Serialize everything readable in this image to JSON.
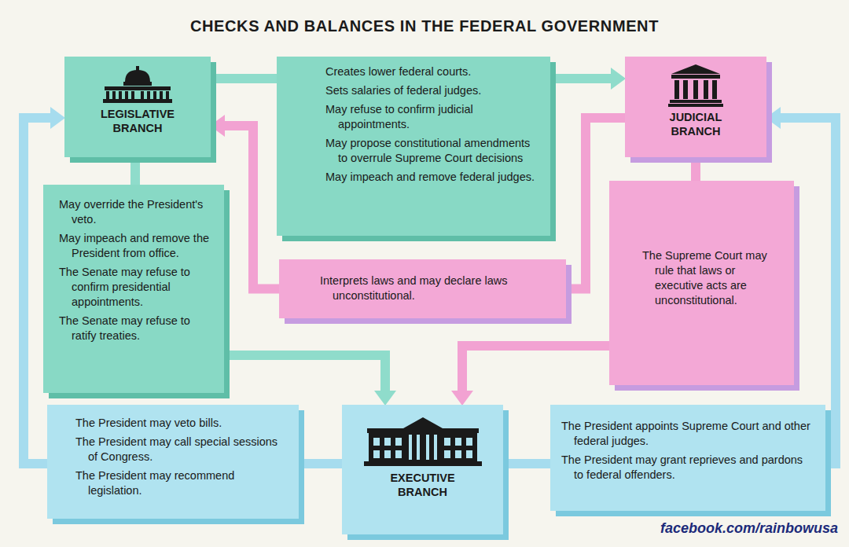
{
  "diagram": {
    "title": "CHECKS AND BALANCES IN THE FEDERAL GOVERNMENT",
    "nodes": [
      {
        "text": [
          "LEGISLATIVE BRANCH"
        ]
      },
      {
        "text": [
          "Creates lower federal courts.",
          "Sets salaries of federal judges.",
          "May refuse to confirm judicial appointments.",
          "May propose constitutional amendments to overrule Supreme Court decisions",
          "May impeach and remove federal judges."
        ]
      },
      {
        "text": [
          "JUDICIAL BRANCH"
        ]
      },
      {
        "text": [
          "May override the President's veto.",
          "May impeach and remove the President from office.",
          "The Senate may refuse to confirm presidential appointments.",
          "The Senate may refuse to ratify treaties."
        ]
      },
      {
        "text": [
          "Interprets laws and may declare laws unconstitutional."
        ]
      },
      {
        "text": [
          "The Supreme Court may rule that laws or executive acts are unconstitutional."
        ]
      },
      {
        "text": [
          "The President may veto bills.",
          "The President may call special sessions of Congress.",
          "The President may recommend legislation."
        ]
      },
      {
        "text": [
          "EXECUTIVE BRANCH"
        ]
      },
      {
        "text": [
          "The President appoints Supreme Court and other federal judges.",
          "The President may grant reprieves and pardons to federal offenders."
        ]
      }
    ],
    "edges": [
      {
        "from": 0,
        "to": 1,
        "arrow": "none"
      },
      {
        "from": 1,
        "to": 2,
        "arrow": "to"
      },
      {
        "from": 2,
        "to": 4,
        "arrow": "none"
      },
      {
        "from": 4,
        "to": 0,
        "arrow": "to"
      },
      {
        "from": 0,
        "to": 3,
        "arrow": "none"
      },
      {
        "from": 3,
        "to": 7,
        "arrow": "to"
      },
      {
        "from": 2,
        "to": 5,
        "arrow": "none"
      },
      {
        "from": 5,
        "to": 7,
        "arrow": "to"
      },
      {
        "from": 7,
        "to": 6,
        "arrow": "none"
      },
      {
        "from": 6,
        "to": 0,
        "arrow": "to"
      },
      {
        "from": 7,
        "to": 8,
        "arrow": "none"
      },
      {
        "from": 8,
        "to": 2,
        "arrow": "to"
      }
    ],
    "labels": [
      "facebook.com/rainbowusa"
    ]
  }
}
